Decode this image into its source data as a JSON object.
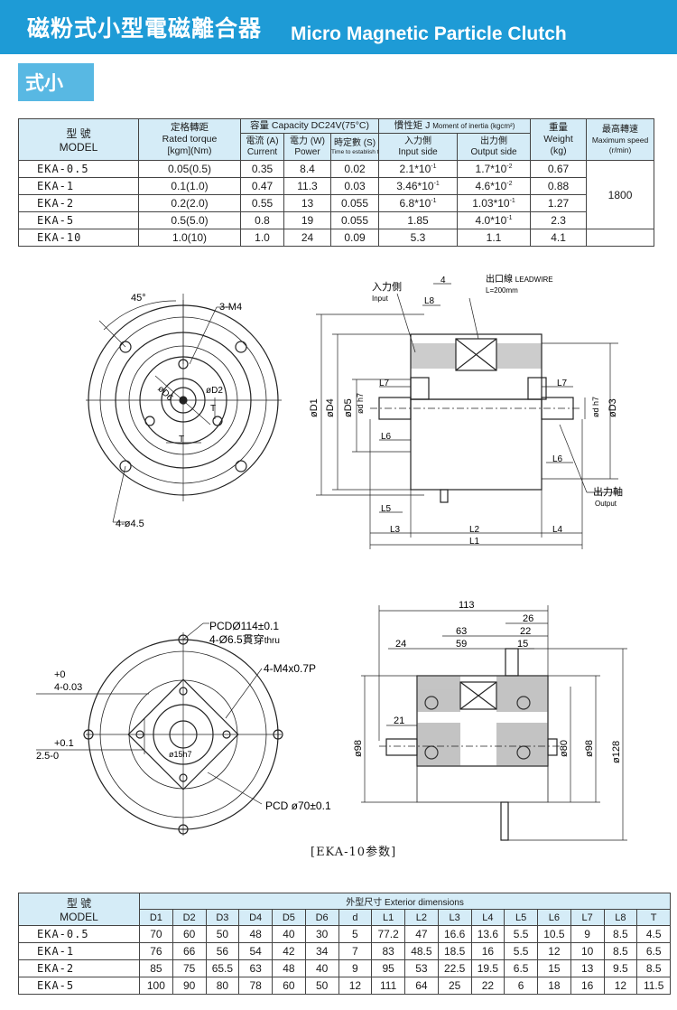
{
  "header": {
    "title_cn": "磁粉式小型電磁離合器",
    "title_en": "Micro Magnetic Particle Clutch",
    "badge": "式小"
  },
  "spec_table": {
    "h_model_cn": "型 號",
    "h_model_en": "MODEL",
    "h_torque_cn": "定格轉距",
    "h_torque_en": "Rated torque",
    "h_torque_unit": "[kgm](Nm)",
    "h_capacity": "容量 Capacity DC24V(75°C)",
    "h_current_cn": "電流 (A)",
    "h_current_en": "Current",
    "h_power_cn": "電力 (W)",
    "h_power_en": "Power",
    "h_time_cn": "時定數 (S)",
    "h_time_en": "Time to establish torque",
    "h_inertia_cn": "慣性矩 J",
    "h_inertia_en": "Moment of inertia (kgcm²)",
    "h_input_cn": "入力側",
    "h_input_en": "Input side",
    "h_output_cn": "出力側",
    "h_output_en": "Output side",
    "h_weight_cn": "重量",
    "h_weight_en": "Weight",
    "h_weight_unit": "(kg)",
    "h_speed_cn": "最高轉速",
    "h_speed_en": "Maximum speed",
    "h_speed_unit": "(r/min)",
    "max_speed": "1800",
    "rows": [
      {
        "model": "EKA-0.5",
        "torque": "0.05(0.5)",
        "current": "0.35",
        "power": "8.4",
        "time": "0.02",
        "input": "2.1*10",
        "input_exp": "-1",
        "output": "1.7*10",
        "output_exp": "-2",
        "weight": "0.67"
      },
      {
        "model": "EKA-1",
        "torque": "0.1(1.0)",
        "current": "0.47",
        "power": "11.3",
        "time": "0.03",
        "input": "3.46*10",
        "input_exp": "-1",
        "output": "4.6*10",
        "output_exp": "-2",
        "weight": "0.88"
      },
      {
        "model": "EKA-2",
        "torque": "0.2(2.0)",
        "current": "0.55",
        "power": "13",
        "time": "0.055",
        "input": "6.8*10",
        "input_exp": "-1",
        "output": "1.03*10",
        "output_exp": "-1",
        "weight": "1.27"
      },
      {
        "model": "EKA-5",
        "torque": "0.5(5.0)",
        "current": "0.8",
        "power": "19",
        "time": "0.055",
        "input": "1.85",
        "input_exp": "",
        "output": "4.0*10",
        "output_exp": "-1",
        "weight": "2.3"
      },
      {
        "model": "EKA-10",
        "torque": "1.0(10)",
        "current": "1.0",
        "power": "24",
        "time": "0.09",
        "input": "5.3",
        "input_exp": "",
        "output": "1.1",
        "output_exp": "",
        "weight": "4.1"
      }
    ]
  },
  "drawing1": {
    "angle": "45°",
    "holes_m4": "3-M4",
    "d6": "øD6",
    "d2": "øD2",
    "t": "T",
    "holes_45": "4-ø4.5",
    "input_cn": "入力側",
    "input_en": "Input",
    "l8": "L8",
    "dim4": "4",
    "leadwire_cn": "出口線",
    "leadwire_en": "LEADWIRE",
    "leadwire_len": "L=200mm",
    "l7": "L7",
    "d1": "øD1",
    "d4": "øD4",
    "d5": "øD5",
    "dh7": "ød h7",
    "d3": "øD3",
    "l6": "L6",
    "l5": "L5",
    "l3": "L3",
    "l2": "L2",
    "l4": "L4",
    "l1": "L1",
    "output_cn": "出力軸",
    "output_en": "Output"
  },
  "drawing2": {
    "pcd114": "PCDØ114±0.1",
    "thru_cn": "4-Ø6.5貫穿",
    "thru_en": "thru",
    "m4x07": "4-M4x0.7P",
    "tol1_a": "+0",
    "tol1_b": "4-0.03",
    "tol2_a": "+0.1",
    "tol2_b": "2.5-0",
    "bore": "ø15h7",
    "pcd70": "PCD ø70±0.1",
    "d113": "113",
    "d26": "26",
    "d63": "63",
    "d22": "22",
    "d24": "24",
    "d59": "59",
    "d15": "15",
    "d21": "21",
    "d98a": "ø98",
    "d80": "ø80",
    "d98b": "ø98",
    "d128": "ø128",
    "caption": "[EKA-10参数]"
  },
  "dim_table": {
    "h_model_cn": "型 號",
    "h_model_en": "MODEL",
    "h_title": "外型尺寸 Exterior dimensions",
    "cols": [
      "D1",
      "D2",
      "D3",
      "D4",
      "D5",
      "D6",
      "d",
      "L1",
      "L2",
      "L3",
      "L4",
      "L5",
      "L6",
      "L7",
      "L8",
      "T"
    ],
    "rows": [
      {
        "model": "EKA-0.5",
        "vals": [
          "70",
          "60",
          "50",
          "48",
          "40",
          "30",
          "5",
          "77.2",
          "47",
          "16.6",
          "13.6",
          "5.5",
          "10.5",
          "9",
          "8.5",
          "4.5"
        ]
      },
      {
        "model": "EKA-1",
        "vals": [
          "76",
          "66",
          "56",
          "54",
          "42",
          "34",
          "7",
          "83",
          "48.5",
          "18.5",
          "16",
          "5.5",
          "12",
          "10",
          "8.5",
          "6.5"
        ]
      },
      {
        "model": "EKA-2",
        "vals": [
          "85",
          "75",
          "65.5",
          "63",
          "48",
          "40",
          "9",
          "95",
          "53",
          "22.5",
          "19.5",
          "6.5",
          "15",
          "13",
          "9.5",
          "8.5"
        ]
      },
      {
        "model": "EKA-5",
        "vals": [
          "100",
          "90",
          "80",
          "78",
          "60",
          "50",
          "12",
          "111",
          "64",
          "25",
          "22",
          "6",
          "18",
          "16",
          "12",
          "11.5"
        ]
      }
    ]
  },
  "colors": {
    "header": "#1e9bd6",
    "table_header": "#d5ecf7"
  }
}
